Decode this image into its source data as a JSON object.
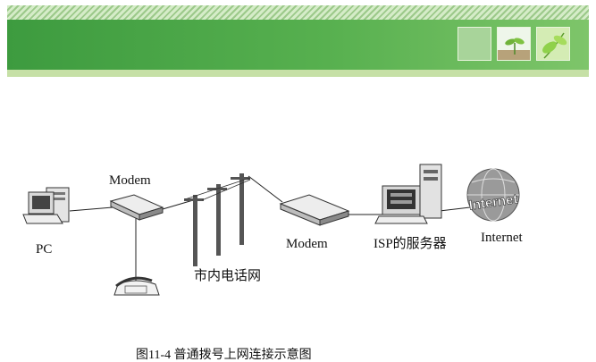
{
  "diagram": {
    "labels": {
      "pc": "PC",
      "modem_left": "Modem",
      "modem_right": "Modem",
      "phone_network": "市内电话网",
      "isp_server": "ISP的服务器",
      "internet": "Internet",
      "globe_text": "Internet"
    },
    "caption": "图11-4 普通拨号上网连接示意图"
  },
  "colors": {
    "header_green": "#4aa646",
    "header_light": "#c6e0a6",
    "line": "#222222"
  }
}
